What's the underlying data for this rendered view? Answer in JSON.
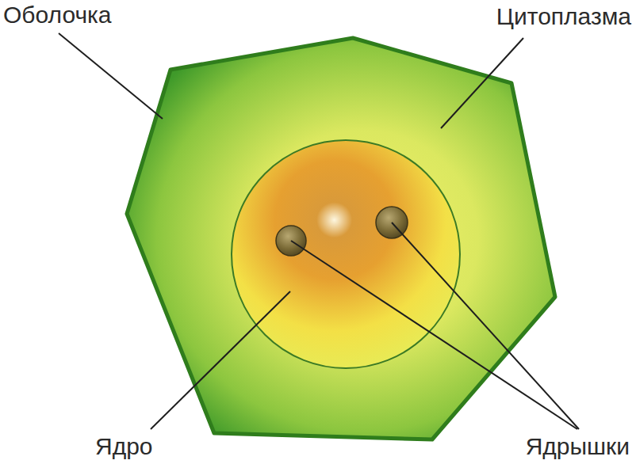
{
  "diagram": {
    "labels": [
      "Оболочка",
      "Цитоплазма",
      "Ядро",
      "Ядрышки"
    ]
  }
}
